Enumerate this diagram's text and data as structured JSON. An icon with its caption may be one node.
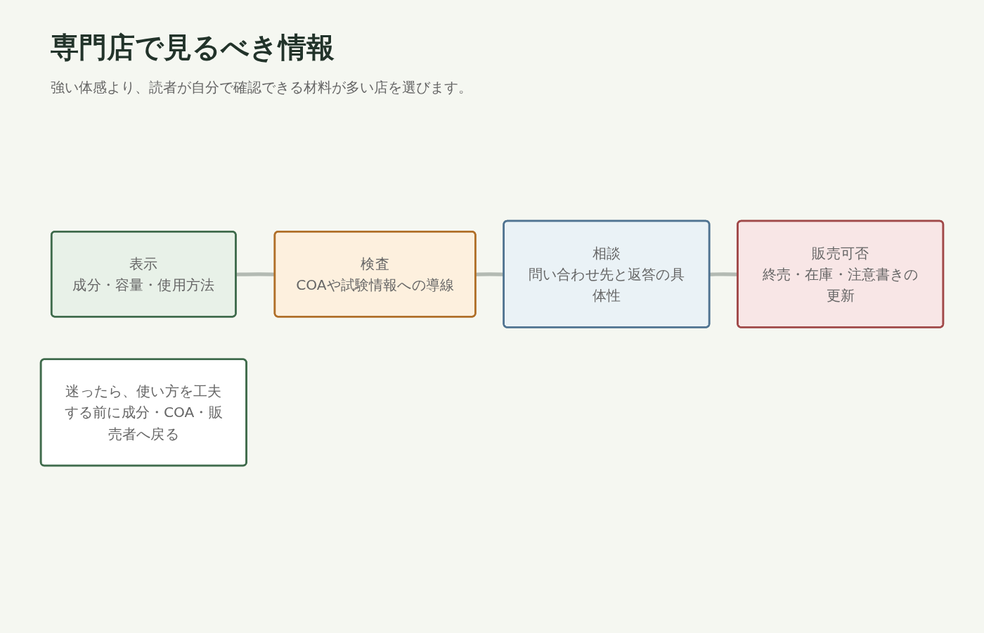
{
  "diagram": {
    "title": "専門店で見るべき情報",
    "nodes": [
      {
        "text": [
          "表示",
          "成分・容量・使用方法"
        ]
      },
      {
        "text": [
          "検査",
          "COAや試験情報への導線"
        ]
      },
      {
        "text": [
          "相談",
          "問い合わせ先と返答の具体性"
        ]
      },
      {
        "text": [
          "販売可否",
          "終売・在庫・注意書きの更新"
        ]
      },
      {
        "text": [
          "迷ったら、使い方を工夫する前に成分・COA・販売者へ戻る"
        ]
      }
    ],
    "edges": [
      {
        "from": 0,
        "to": 1,
        "arrow": "none",
        "color": "#b3bab3"
      },
      {
        "from": 1,
        "to": 2,
        "arrow": "none",
        "color": "#b3bab3"
      },
      {
        "from": 2,
        "to": 3,
        "arrow": "none",
        "color": "#b3bab3"
      }
    ],
    "labels": [
      "強い体感より、読者が自分で確認できる材料が多い店を選びます。"
    ]
  }
}
